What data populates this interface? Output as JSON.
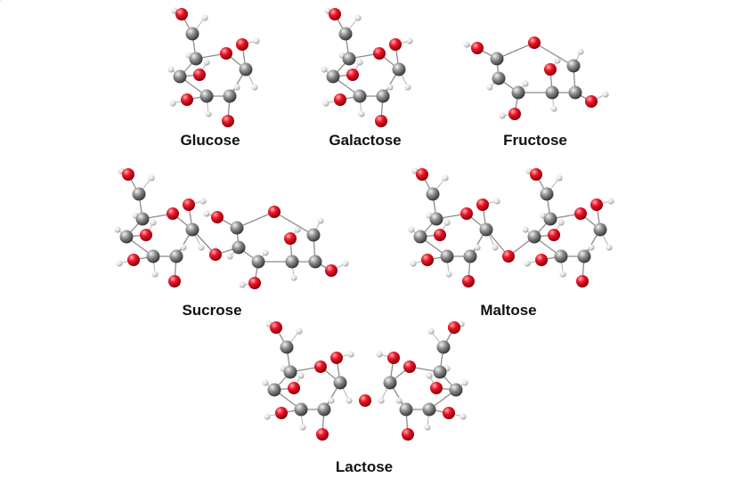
{
  "labels": {
    "glucose": "Glucose",
    "galactose": "Galactose",
    "fructose": "Fructose",
    "sucrose": "Sucrose",
    "maltose": "Maltose",
    "lactose": "Lactose"
  },
  "colors": {
    "carbon": "#6e6e6e",
    "oxygen": "#e01020",
    "hydrogen": "#e8e8e8",
    "bond": "#8c8c8c"
  }
}
